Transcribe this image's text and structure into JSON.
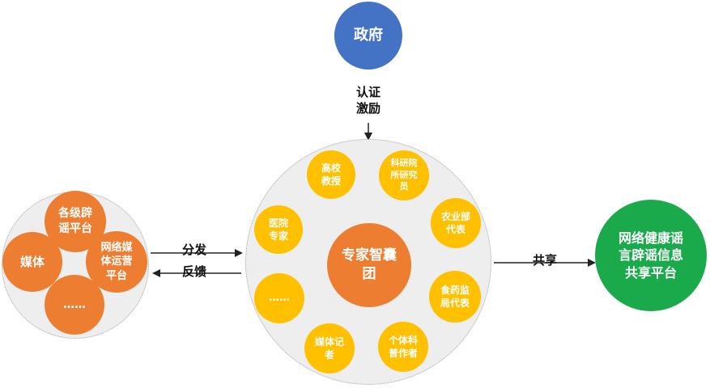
{
  "colors": {
    "gov": "#4472c4",
    "orange": "#ed7d31",
    "yellow": "#ffc000",
    "green": "#1aaa4b",
    "cluster_bg": "#eeeeee",
    "line": "#222222"
  },
  "government": {
    "label": "政府"
  },
  "gov_arrow_label": "认证\n激励",
  "media": {
    "items": [
      {
        "label": "各级辟\n谣平台"
      },
      {
        "label": "媒体"
      },
      {
        "label": "网络媒\n体运营\n平台"
      },
      {
        "label": "……"
      }
    ]
  },
  "distribute_label": "分发",
  "feedback_label": "反馈",
  "expert": {
    "center_label": "专家智囊\n团",
    "members": [
      {
        "label": "高校\n教授"
      },
      {
        "label": "科研院\n所研究\n员"
      },
      {
        "label": "医院\n专家"
      },
      {
        "label": "农业部\n代表"
      },
      {
        "label": "……"
      },
      {
        "label": "食药监\n局代表"
      },
      {
        "label": "媒体记\n者"
      },
      {
        "label": "个体科\n普作者"
      }
    ]
  },
  "share_label": "共享",
  "platform": {
    "label": "网络健康谣\n言辟谣信息\n共享平台"
  }
}
